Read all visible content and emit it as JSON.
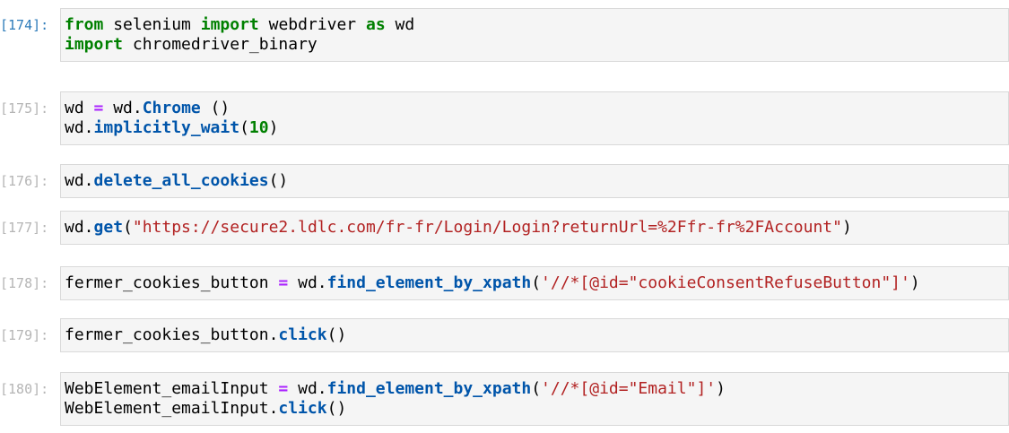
{
  "notebook": {
    "colors": {
      "page-bg": "#ffffff",
      "box-bg": "#f5f5f5",
      "box-border": "#d9d9d9",
      "prompt-blue": "#2d7bba",
      "prompt-gray": "#b5b5b5",
      "tk-plain": "#000000",
      "tk-keyword": "#008000",
      "tk-property": "#0055aa",
      "tk-operator": "#aa22ff",
      "tk-number": "#008000",
      "tk-string": "#b22222"
    },
    "cells": [
      {
        "execution_count": "[174]:",
        "active": true,
        "lines": [
          [
            [
              "kw",
              "from"
            ],
            [
              "pl",
              " selenium "
            ],
            [
              "kw",
              "import"
            ],
            [
              "pl",
              " webdriver "
            ],
            [
              "kw",
              "as"
            ],
            [
              "pl",
              " wd"
            ]
          ],
          [
            [
              "kw",
              "import"
            ],
            [
              "pl",
              " chromedriver_binary"
            ]
          ]
        ]
      },
      {
        "execution_count": "[175]:",
        "active": false,
        "lines": [
          [
            [
              "pl",
              "wd "
            ],
            [
              "op",
              "="
            ],
            [
              "pl",
              " wd."
            ],
            [
              "prop",
              "Chrome"
            ],
            [
              "pl",
              " ()"
            ]
          ],
          [
            [
              "pl",
              "wd."
            ],
            [
              "prop",
              "implicitly_wait"
            ],
            [
              "pl",
              "("
            ],
            [
              "num",
              "10"
            ],
            [
              "pl",
              ")"
            ]
          ]
        ]
      },
      {
        "execution_count": "[176]:",
        "active": false,
        "lines": [
          [
            [
              "pl",
              "wd."
            ],
            [
              "prop",
              "delete_all_cookies"
            ],
            [
              "pl",
              "()"
            ]
          ]
        ]
      },
      {
        "execution_count": "[177]:",
        "active": false,
        "lines": [
          [
            [
              "pl",
              "wd."
            ],
            [
              "prop",
              "get"
            ],
            [
              "pl",
              "("
            ],
            [
              "str",
              "\"https://secure2.ldlc.com/fr-fr/Login/Login?returnUrl=%2Ffr-fr%2FAccount\""
            ],
            [
              "pl",
              ")"
            ]
          ]
        ]
      },
      {
        "execution_count": "[178]:",
        "active": false,
        "lines": [
          [
            [
              "pl",
              "fermer_cookies_button "
            ],
            [
              "op",
              "="
            ],
            [
              "pl",
              " wd."
            ],
            [
              "prop",
              "find_element_by_xpath"
            ],
            [
              "pl",
              "("
            ],
            [
              "str",
              "'//*[@id=\"cookieConsentRefuseButton\"]'"
            ],
            [
              "pl",
              ")"
            ]
          ]
        ]
      },
      {
        "execution_count": "[179]:",
        "active": false,
        "lines": [
          [
            [
              "pl",
              "fermer_cookies_button."
            ],
            [
              "prop",
              "click"
            ],
            [
              "pl",
              "()"
            ]
          ]
        ]
      },
      {
        "execution_count": "[180]:",
        "active": false,
        "lines": [
          [
            [
              "pl",
              "WebElement_emailInput "
            ],
            [
              "op",
              "="
            ],
            [
              "pl",
              " wd."
            ],
            [
              "prop",
              "find_element_by_xpath"
            ],
            [
              "pl",
              "("
            ],
            [
              "str",
              "'//*[@id=\"Email\"]'"
            ],
            [
              "pl",
              ")"
            ]
          ],
          [
            [
              "pl",
              "WebElement_emailInput."
            ],
            [
              "prop",
              "click"
            ],
            [
              "pl",
              "()"
            ]
          ]
        ]
      }
    ]
  }
}
